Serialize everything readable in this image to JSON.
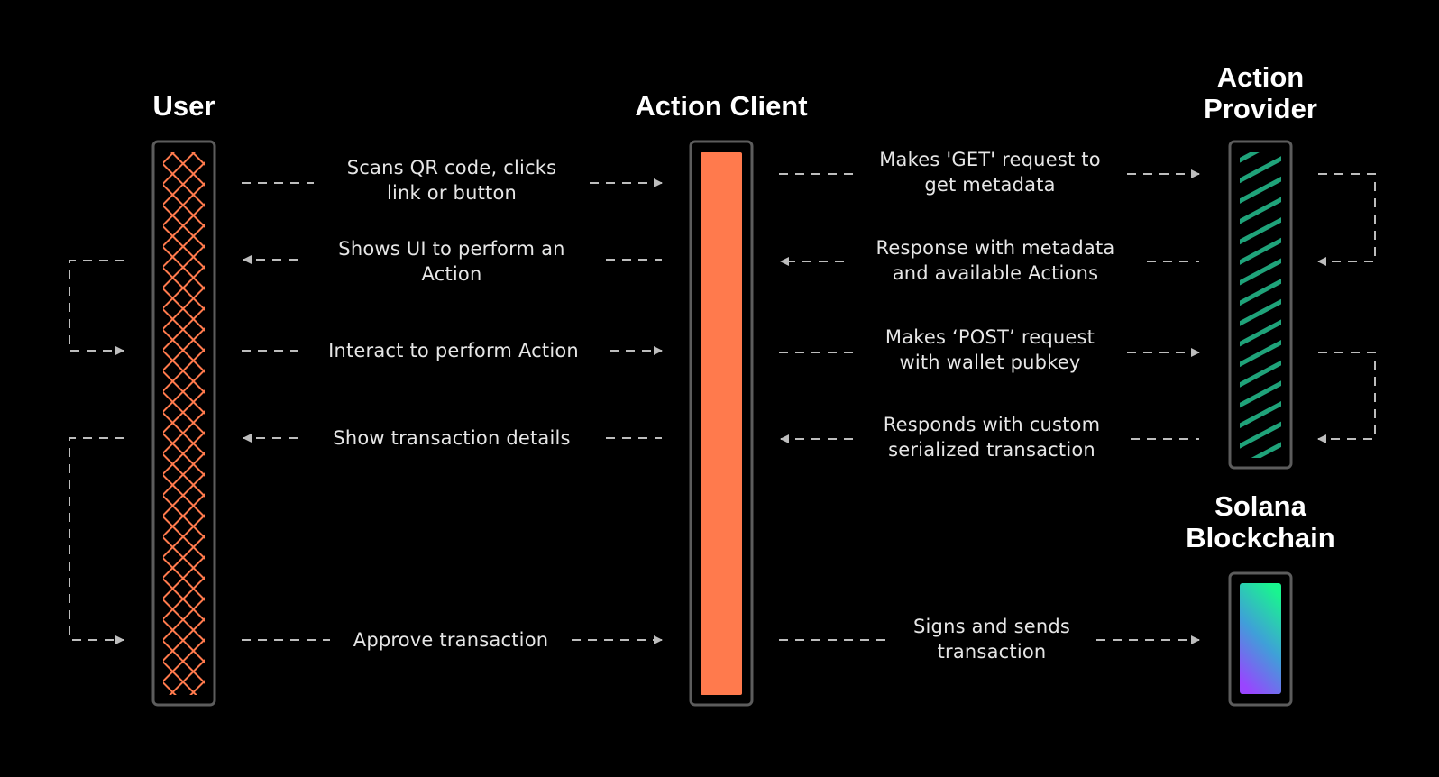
{
  "actors": {
    "user": "User",
    "client": "Action Client",
    "provider": "Action\nProvider",
    "solana": "Solana\nBlockchain"
  },
  "messages": {
    "scan": "Scans QR code, clicks\nlink or button",
    "shows_ui": "Shows UI to perform an\nAction",
    "interact": "Interact to perform Action",
    "show_tx": "Show transaction details",
    "approve": "Approve transaction",
    "get": "Makes 'GET' request to\nget metadata",
    "response": "Response with metadata\nand available Actions",
    "post": "Makes ‘POST’ request\nwith wallet pubkey",
    "responds_tx": "Responds with custom\nserialized transaction",
    "signs": "Signs and sends\ntransaction"
  },
  "colors": {
    "background": "#000000",
    "user_pattern": "#ff7a4d",
    "client_bar": "#ff7a4d",
    "provider_stripes": "#1fa37a",
    "solana_gradient_top": "#19f58f",
    "solana_gradient_bottom": "#9945ff",
    "arrow": "#bdbdbd",
    "frame": "#5c5c5c"
  }
}
